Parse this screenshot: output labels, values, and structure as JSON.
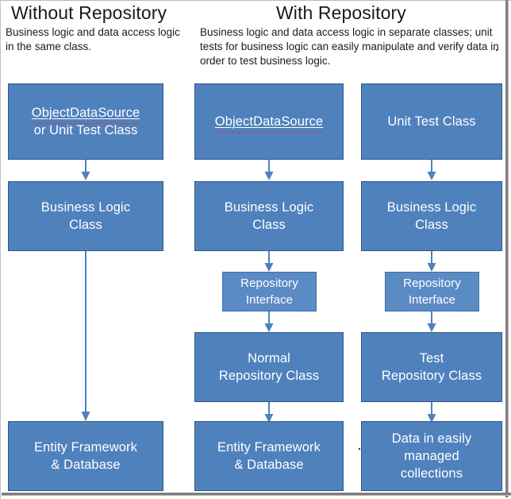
{
  "columns": [
    {
      "id": "without-repository",
      "title": "Without Repository",
      "description": "Business logic and data access logic in the same class."
    },
    {
      "id": "with-repository",
      "title": "With Repository",
      "description": "Business logic and data access logic in separate classes; unit tests for business logic can easily manipulate and verify data in order to test business logic."
    }
  ],
  "boxes": {
    "c1_top_line1": "ObjectDataSource",
    "c1_top_line2": "or Unit Test Class",
    "c1_mid_line1": "Business Logic",
    "c1_mid_line2": "Class",
    "c1_bottom_line1": "Entity Framework",
    "c1_bottom_line2": "& Database",
    "c2_top": "ObjectDataSource",
    "c2_logic_line1": "Business Logic",
    "c2_logic_line2": "Class",
    "c2_iface_line1": "Repository",
    "c2_iface_line2": "Interface",
    "c2_repo_line1": "Normal",
    "c2_repo_line2": "Repository Class",
    "c2_bottom_line1": "Entity Framework",
    "c2_bottom_line2": "& Database",
    "c3_top": "Unit Test Class",
    "c3_logic_line1": "Business Logic",
    "c3_logic_line2": "Class",
    "c3_iface_line1": "Repository",
    "c3_iface_line2": "Interface",
    "c3_repo_line1": "Test",
    "c3_repo_line2": "Repository Class",
    "c3_bottom_line1": "Data in easily",
    "c3_bottom_line2": "managed",
    "c3_bottom_line3": "collections"
  },
  "colors": {
    "box_fill": "#4F81BD",
    "box_fill_light": "#5B8BC4",
    "box_border": "#31588B",
    "arrow": "#4F81BD",
    "text_on_box": "#FFFFFF",
    "heading_text": "#1A1A1A",
    "spellcheck_underline": "#E03030",
    "frame": "#8D8D8D"
  }
}
